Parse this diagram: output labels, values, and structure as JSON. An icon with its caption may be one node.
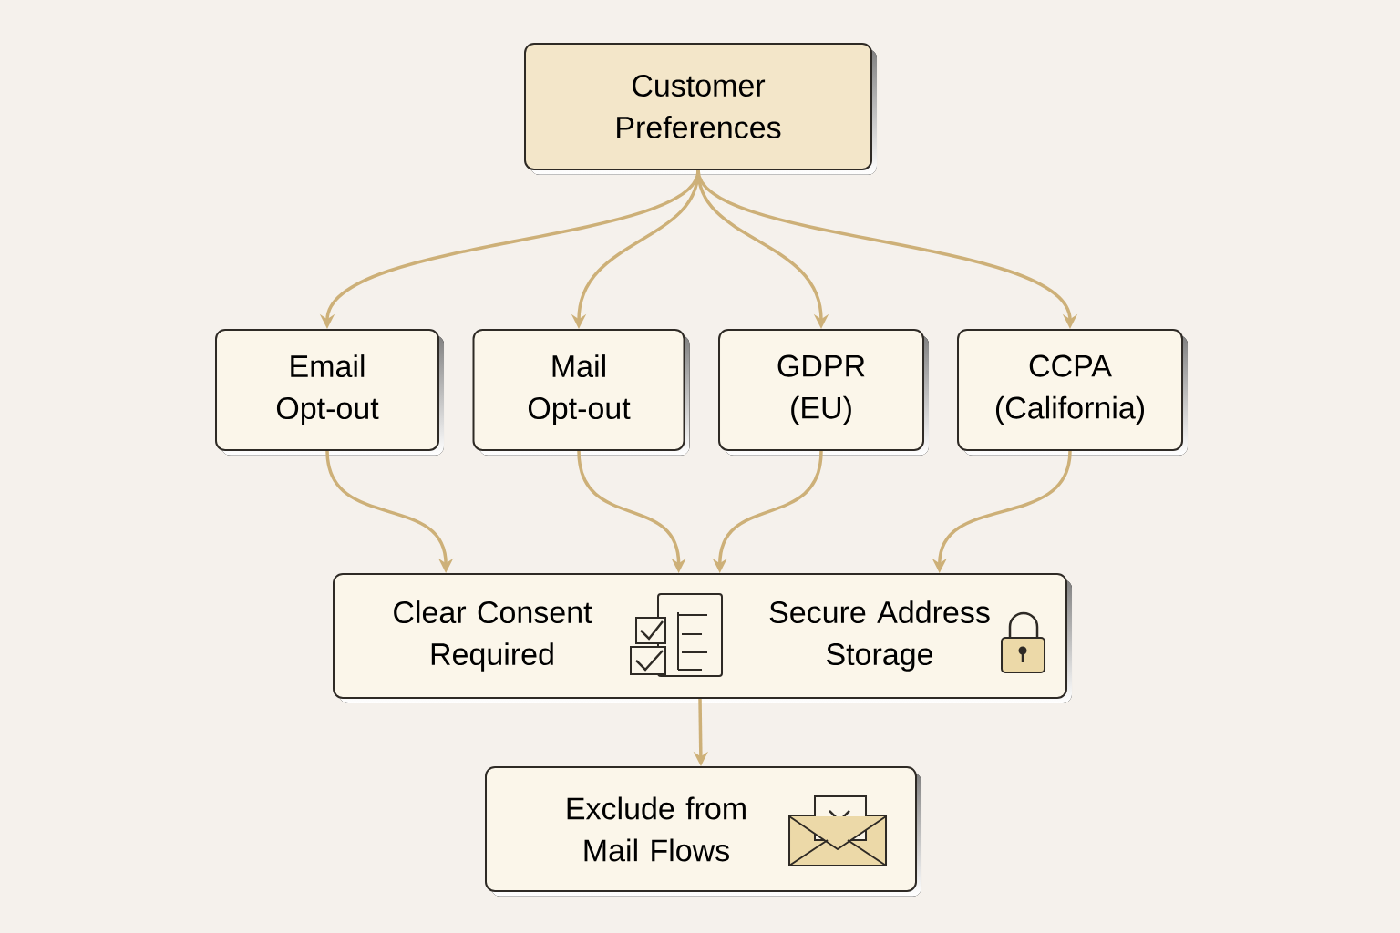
{
  "diagram": {
    "nodes": [
      {
        "text": [
          "Customer Preferences"
        ]
      },
      {
        "text": [
          "Email Opt-out"
        ]
      },
      {
        "text": [
          "Mail Opt-out"
        ]
      },
      {
        "text": [
          "GDPR (EU)"
        ]
      },
      {
        "text": [
          "CCPA (California)"
        ]
      },
      {
        "text": [
          "Clear Consent Required",
          "Secure Address Storage"
        ]
      },
      {
        "text": [
          "Exclude from Mail Flows"
        ]
      }
    ],
    "edges": [
      {
        "from": 0,
        "to": 1,
        "arrow": "to"
      },
      {
        "from": 0,
        "to": 2,
        "arrow": "to"
      },
      {
        "from": 0,
        "to": 3,
        "arrow": "to"
      },
      {
        "from": 0,
        "to": 4,
        "arrow": "to"
      },
      {
        "from": 1,
        "to": 5,
        "arrow": "to"
      },
      {
        "from": 2,
        "to": 5,
        "arrow": "to"
      },
      {
        "from": 3,
        "to": 5,
        "arrow": "to"
      },
      {
        "from": 4,
        "to": 5,
        "arrow": "to"
      },
      {
        "from": 5,
        "to": 6,
        "arrow": "to"
      }
    ]
  }
}
